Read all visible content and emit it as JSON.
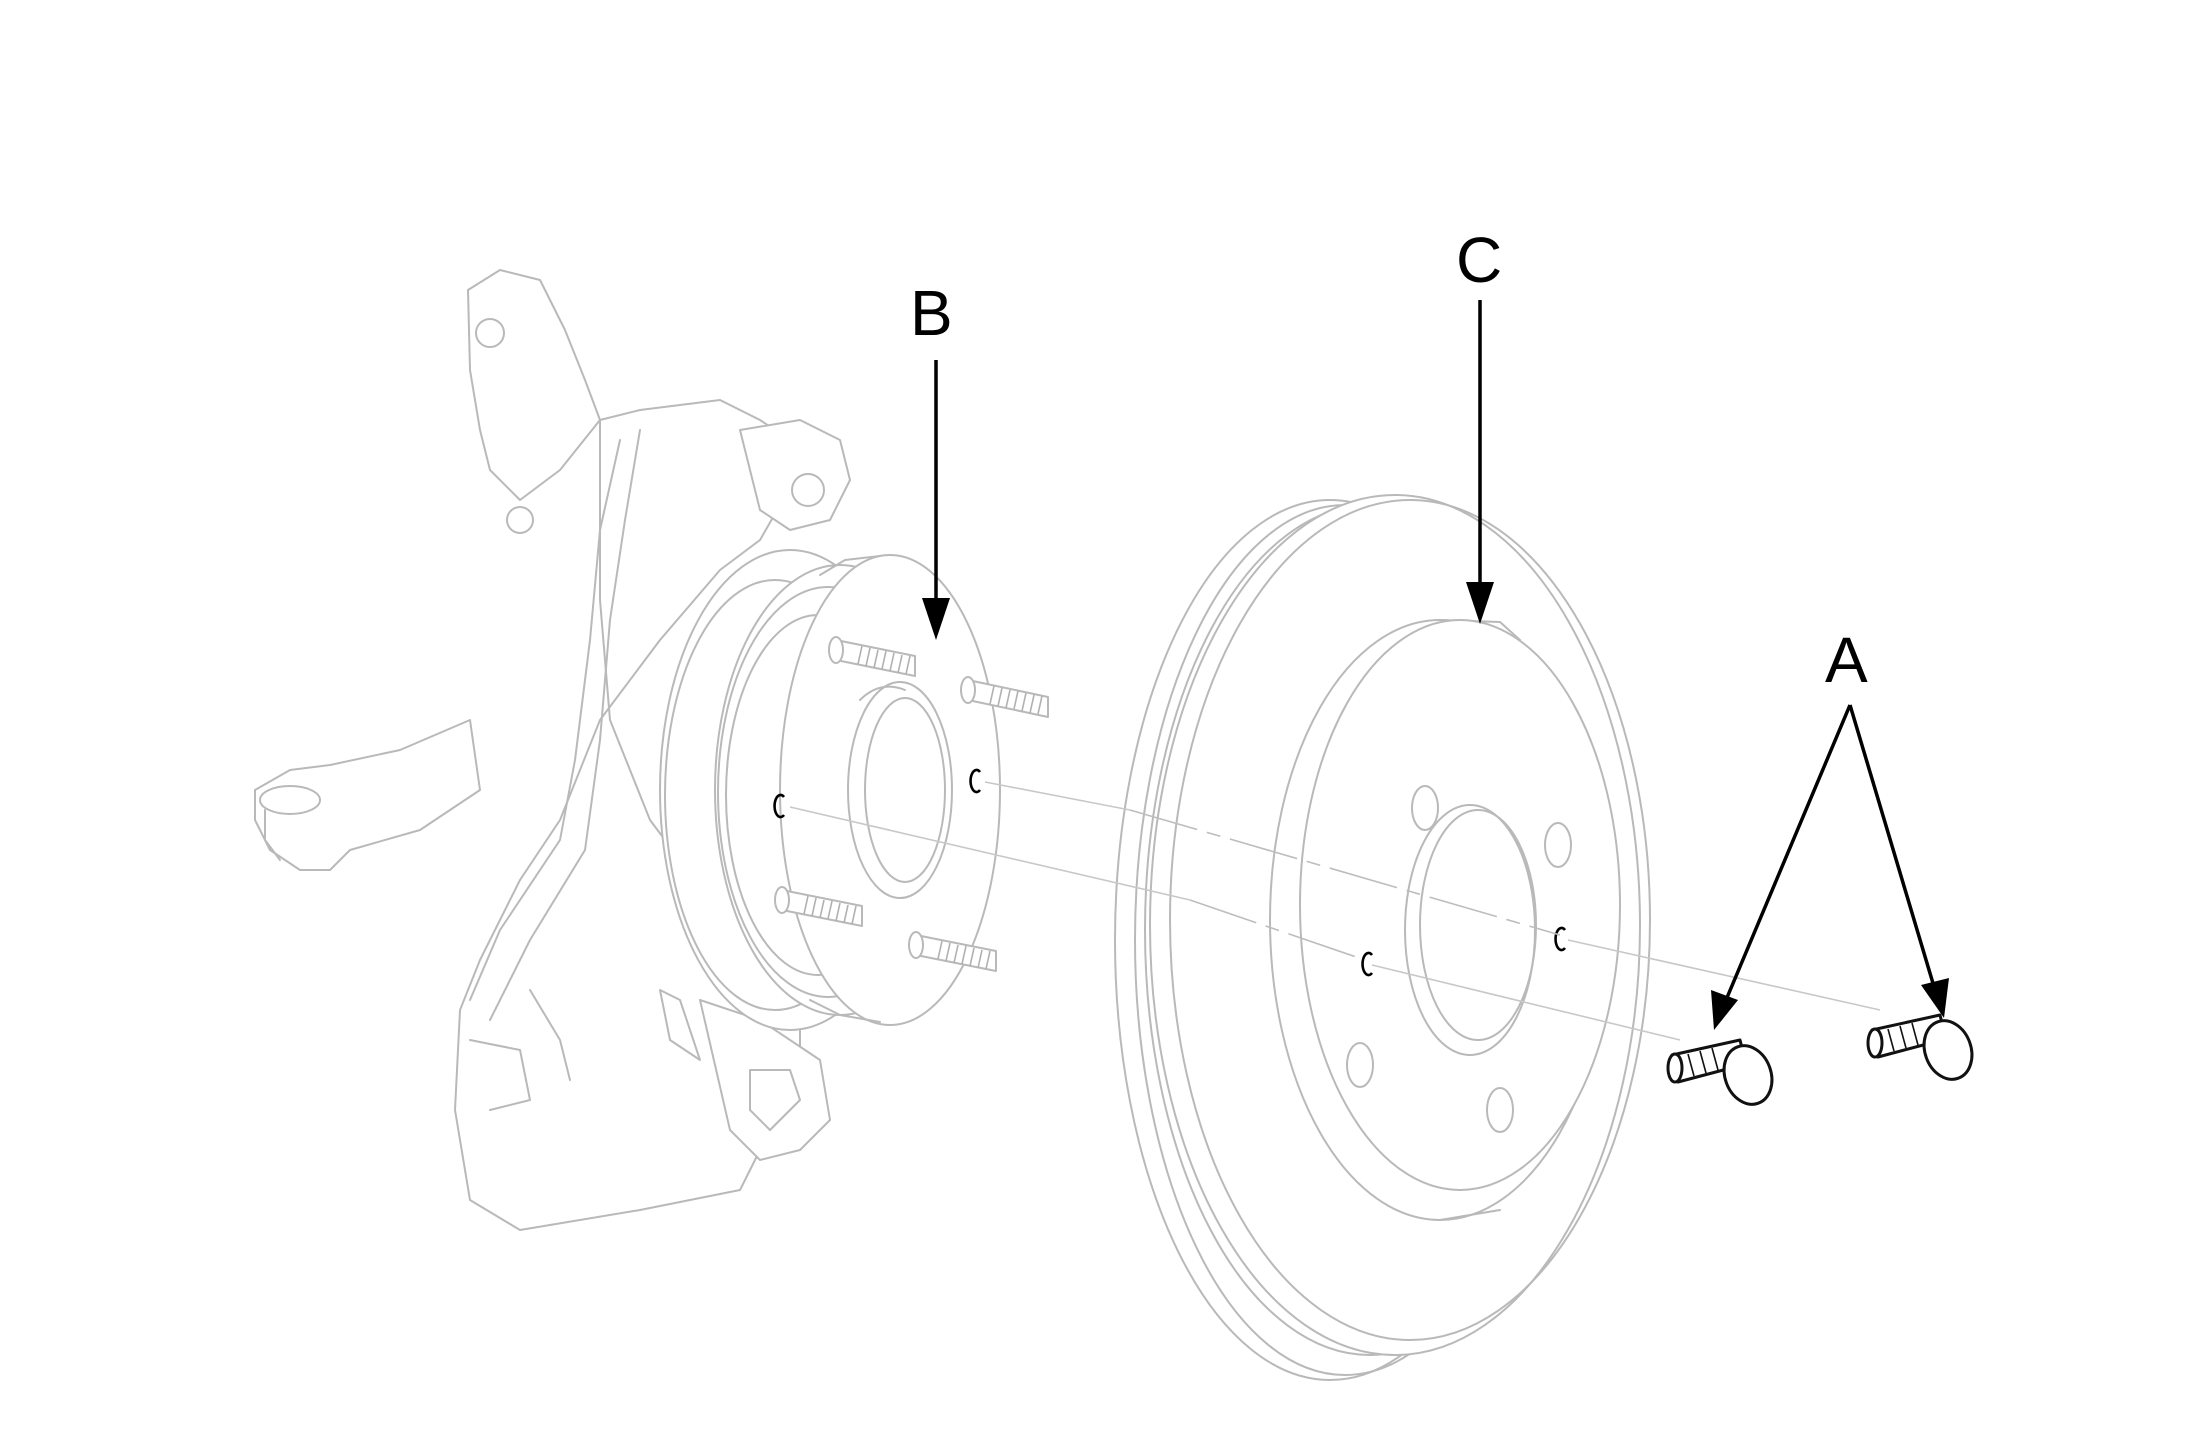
{
  "labels": {
    "a": "A",
    "b": "B",
    "c": "C"
  },
  "colors": {
    "line": "#b9b9b9",
    "arrow": "#000000",
    "background": "#ffffff"
  }
}
